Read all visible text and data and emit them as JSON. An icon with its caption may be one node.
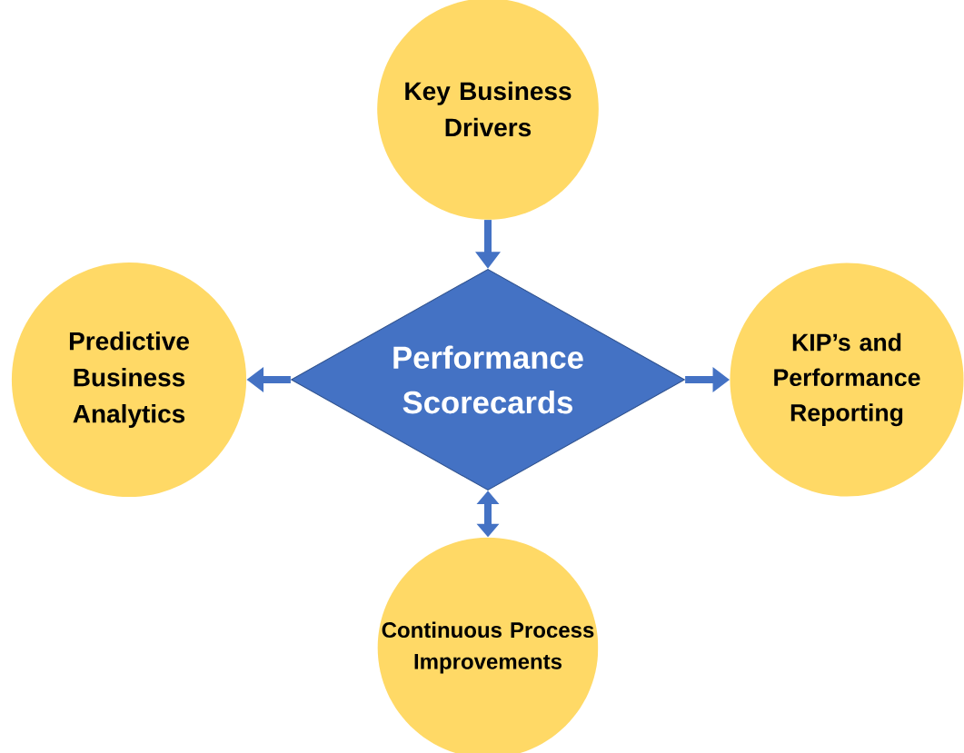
{
  "diagram": {
    "nodes": [
      {
        "text": [
          "Key Business Drivers"
        ]
      },
      {
        "text": [
          "Predictive Business Analytics"
        ]
      },
      {
        "text": [
          "Performance Scorecards"
        ]
      },
      {
        "text": [
          "KIP’s and Performance Reporting"
        ]
      },
      {
        "text": [
          "Continuous Process Improvements"
        ]
      }
    ],
    "edges": [
      {
        "from": 0,
        "to": 2,
        "arrow": "to"
      },
      {
        "from": 2,
        "to": 1,
        "arrow": "to"
      },
      {
        "from": 2,
        "to": 3,
        "arrow": "to"
      },
      {
        "from": 2,
        "to": 4,
        "arrow": "both"
      }
    ]
  }
}
